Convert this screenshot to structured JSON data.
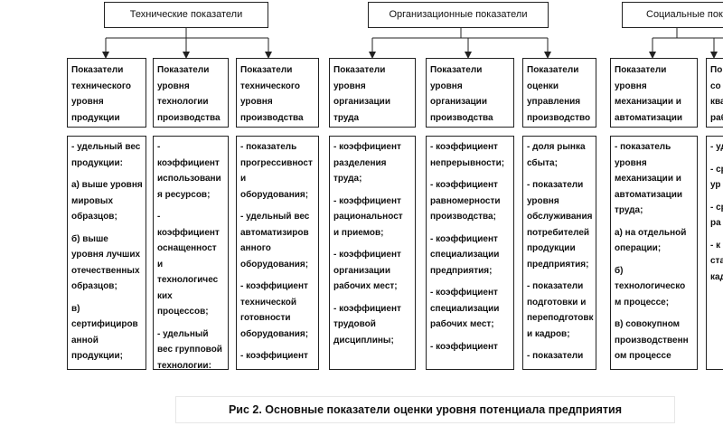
{
  "groups": [
    {
      "id": "technical",
      "title": "Технические показатели",
      "columns": [
        {
          "header": [
            "Показатели",
            "технического",
            "уровня",
            "продукции"
          ],
          "body": [
            [
              "- удельный вес",
              "продукции:"
            ],
            [
              "а) выше уровня",
              "мировых",
              "образцов;"
            ],
            [
              "б) выше",
              "уровня лучших",
              "отечественных",
              "образцов;"
            ],
            [
              "в)",
              "сертифициров",
              "анной",
              "продукции;"
            ]
          ]
        },
        {
          "header": [
            "Показатели",
            "уровня",
            "технологии",
            "производства"
          ],
          "body": [
            [
              "-",
              "коэффициент",
              "использовани",
              "я ресурсов;"
            ],
            [
              "-",
              "коэффициент",
              "оснащенност",
              "и",
              "технологичес",
              "ких",
              "процессов;"
            ],
            [
              "- удельный",
              "вес групповой",
              "технологии:"
            ]
          ]
        },
        {
          "header": [
            "Показатели",
            "технического",
            "уровня",
            "производства"
          ],
          "body": [
            [
              "- показатель",
              "прогрессивност",
              "и",
              "оборудования;"
            ],
            [
              "- удельный вес",
              "автоматизиров",
              "анного",
              "оборудования;"
            ],
            [
              "- коэффициент",
              "технической",
              "готовности",
              "оборудования;"
            ],
            [
              "- коэффициент"
            ]
          ]
        }
      ]
    },
    {
      "id": "organizational",
      "title": "Организационные показатели",
      "columns": [
        {
          "header": [
            "Показатели",
            "уровня",
            "организации",
            "труда"
          ],
          "body": [
            [
              "- коэффициент",
              "разделения",
              "труда;"
            ],
            [
              "- коэффициент",
              "рациональност",
              "и приемов;"
            ],
            [
              "- коэффициент",
              "организации",
              "рабочих мест;"
            ],
            [
              "- коэффициент",
              "трудовой",
              "дисциплины;"
            ]
          ]
        },
        {
          "header": [
            "Показатели",
            "уровня",
            "организации",
            "производства"
          ],
          "body": [
            [
              "- коэффициент",
              "непрерывности;"
            ],
            [
              "- коэффициент",
              "равномерности",
              "производства;"
            ],
            [
              "- коэффициент",
              "специализации",
              "предприятия;"
            ],
            [
              "- коэффициент",
              "специализации",
              "рабочих мест;"
            ],
            [
              "- коэффициент"
            ]
          ]
        },
        {
          "header": [
            "Показатели",
            "оценки",
            "управления",
            "производство"
          ],
          "body": [
            [
              "- доля рынка",
              "сбыта;"
            ],
            [
              "- показатели",
              "уровня",
              "обслуживания",
              "потребителей",
              "продукции",
              "предприятия;"
            ],
            [
              "- показатели",
              "подготовки и",
              "переподготовк",
              "и кадров;"
            ],
            [
              "- показатели"
            ]
          ]
        }
      ]
    },
    {
      "id": "social",
      "title": "Социальные пок",
      "columns": [
        {
          "header": [
            "Показатели",
            "уровня",
            "механизации и",
            "автоматизации"
          ],
          "body": [
            [
              "- показатель",
              "уровня",
              "механизации и",
              "автоматизации",
              "труда;"
            ],
            [
              "а) на отдельной",
              "операции;"
            ],
            [
              "б)",
              "технологическо",
              "м процессе;"
            ],
            [
              "в) совокупном",
              "производственн",
              "ом процессе"
            ]
          ]
        },
        {
          "header": [
            "По",
            "со",
            "ква",
            "раб"
          ],
          "body": [
            [
              "- уд"
            ],
            [
              "- ср",
              "ур"
            ],
            [
              "- ср",
              "ра"
            ],
            [
              "- к",
              "ста",
              "кад"
            ]
          ]
        }
      ]
    }
  ],
  "caption": "Рис 2. Основные показатели оценки уровня потенциала предприятия"
}
